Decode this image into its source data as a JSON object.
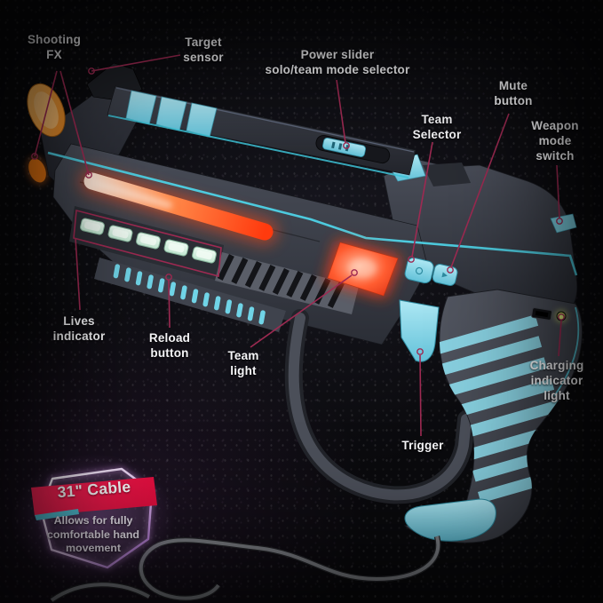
{
  "annotations": [
    {
      "id": "shooting-fx",
      "label": "Shooting\nFX"
    },
    {
      "id": "target-sensor",
      "label": "Target\nsensor"
    },
    {
      "id": "power-slider",
      "label": "Power slider\nsolo/team mode selector"
    },
    {
      "id": "team-selector",
      "label": "Team\nSelector"
    },
    {
      "id": "mute-button",
      "label": "Mute\nbutton"
    },
    {
      "id": "weapon-mode-switch",
      "label": "Weapon\nmode\nswitch"
    },
    {
      "id": "lives-indicator",
      "label": "Lives\nindicator"
    },
    {
      "id": "reload-button",
      "label": "Reload\nbutton"
    },
    {
      "id": "team-light",
      "label": "Team\nlight"
    },
    {
      "id": "trigger",
      "label": "Trigger"
    },
    {
      "id": "charging-indicator-light",
      "label": "Charging\nindicator\nlight"
    }
  ],
  "badge": {
    "title": "31\" Cable",
    "description": "Allows for fully comfortable hand movement"
  },
  "colors": {
    "annotation_line": "#9e2a52",
    "accent_cyan": "#4ed2e6",
    "accent_blue": "#8edcec",
    "badge_red": "#ef1041",
    "glow_red": "#ff4a1f",
    "muzzle_orange": "#f09a32",
    "led_mint": "#d8f0e2",
    "charge_led": "#dded7c"
  }
}
